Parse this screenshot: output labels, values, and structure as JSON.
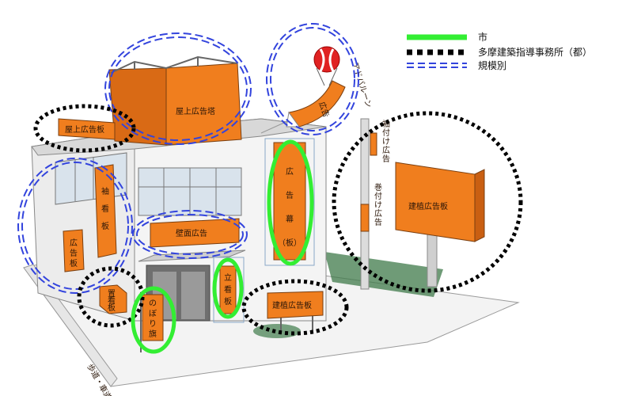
{
  "legend": [
    {
      "label": "市",
      "style": "green-solid",
      "color": "#33ee33"
    },
    {
      "label": "多摩建築指導事務所（都）",
      "style": "black-dotted",
      "color": "#000000"
    },
    {
      "label": "規模別",
      "style": "blue-double-dashed",
      "color": "#3344dd"
    }
  ],
  "signs": {
    "rooftop_tower": "屋上広告塔",
    "rooftop_board": "屋上広告板",
    "adballoon": "アドバルーン",
    "balloon_banner": "広告",
    "banner_board": [
      "広",
      "告",
      "幕",
      "（板）"
    ],
    "projecting_board": [
      "袖",
      "看",
      "板"
    ],
    "wall_ad": "壁面広告",
    "side_board": [
      "広",
      "告",
      "板"
    ],
    "small_board": [
      "置",
      "看",
      "板"
    ],
    "nobori": [
      "の",
      "ぼ",
      "り",
      "旗"
    ],
    "standing_board": [
      "立",
      "看",
      "板"
    ],
    "ground_board": "建植広告板",
    "pole_sleeve": [
      "袖",
      "付",
      "け",
      "広",
      "告"
    ],
    "pole_wrap": [
      "巻",
      "付",
      "け",
      "広",
      "告"
    ],
    "billboard": "建植広告板",
    "road": "歩道・車道"
  }
}
